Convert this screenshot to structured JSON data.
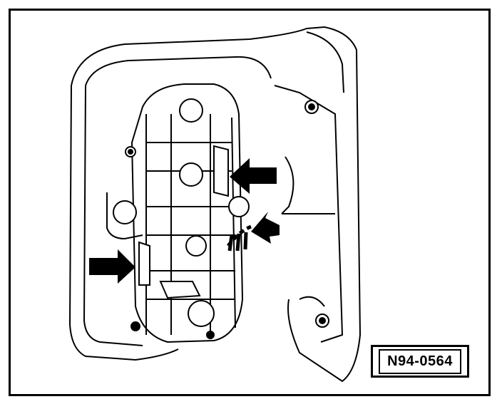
{
  "figure": {
    "code": "N94-0564"
  },
  "colors": {
    "ink": "#000000",
    "paper": "#ffffff"
  },
  "callouts": [
    {
      "name": "arrow-pointing-left-upper",
      "icon": "filled-arrow"
    },
    {
      "name": "arrow-pointing-left-lower",
      "icon": "filled-arrow"
    },
    {
      "name": "arrow-pointing-right-left",
      "icon": "filled-arrow"
    },
    {
      "name": "turn-direction-arrow",
      "icon": "curved-arrow"
    }
  ]
}
